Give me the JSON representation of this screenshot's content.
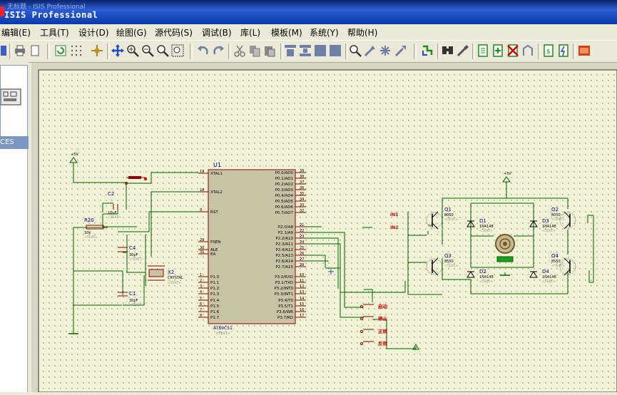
{
  "window": {
    "title": "ISIS Professional",
    "faint_title": "无标题 - ISIS Professional"
  },
  "menu": [
    "编辑(E)",
    "工具(T)",
    "设计(D)",
    "绘图(G)",
    "源代码(S)",
    "调试(B)",
    "库(L)",
    "模板(M)",
    "系统(Y)",
    "帮助(H)"
  ],
  "left_panel": {
    "devices_header": "CES"
  },
  "schematic": {
    "power_left": "+5V",
    "power_right": "+5V",
    "ic_ref": "U1",
    "ic_part": "AT89C51",
    "ic_text": "<TEXT>",
    "left_pins": [
      {
        "num": "19",
        "name": "XTAL1"
      },
      {
        "num": "18",
        "name": "XTAL2"
      },
      {
        "num": "9",
        "name": "RST"
      },
      {
        "num": "29",
        "name": "PSEN"
      },
      {
        "num": "30",
        "name": "ALE"
      },
      {
        "num": "31",
        "name": "EA"
      },
      {
        "num": "1",
        "name": "P1.0"
      },
      {
        "num": "2",
        "name": "P1.1"
      },
      {
        "num": "3",
        "name": "P1.2"
      },
      {
        "num": "4",
        "name": "P1.3"
      },
      {
        "num": "5",
        "name": "P1.4"
      },
      {
        "num": "6",
        "name": "P1.5"
      },
      {
        "num": "7",
        "name": "P1.6"
      },
      {
        "num": "8",
        "name": "P1.7"
      }
    ],
    "right_pins_p0": [
      {
        "num": "39",
        "name": "P0.0/AD0"
      },
      {
        "num": "38",
        "name": "P0.1/AD1"
      },
      {
        "num": "37",
        "name": "P0.2/AD2"
      },
      {
        "num": "36",
        "name": "P0.3/AD3"
      },
      {
        "num": "35",
        "name": "P0.4/AD4"
      },
      {
        "num": "34",
        "name": "P0.5/AD5"
      },
      {
        "num": "33",
        "name": "P0.6/AD6"
      },
      {
        "num": "32",
        "name": "P0.7/AD7"
      }
    ],
    "right_pins_p2": [
      {
        "num": "21",
        "name": "P2.0/A8"
      },
      {
        "num": "22",
        "name": "P2.1/A9"
      },
      {
        "num": "23",
        "name": "P2.2/A10"
      },
      {
        "num": "24",
        "name": "P2.3/A11"
      },
      {
        "num": "25",
        "name": "P2.4/A12"
      },
      {
        "num": "26",
        "name": "P2.5/A13"
      },
      {
        "num": "27",
        "name": "P2.6/A14"
      },
      {
        "num": "28",
        "name": "P2.7/A15"
      }
    ],
    "right_pins_p3": [
      {
        "num": "10",
        "name": "P3.0/RXD"
      },
      {
        "num": "11",
        "name": "P3.1/TXD"
      },
      {
        "num": "12",
        "name": "P3.2/INT0"
      },
      {
        "num": "13",
        "name": "P3.3/INT1"
      },
      {
        "num": "14",
        "name": "P3.4/T0"
      },
      {
        "num": "15",
        "name": "P3.5/T1"
      },
      {
        "num": "16",
        "name": "P3.6/WR"
      },
      {
        "num": "17",
        "name": "P3.7/RD"
      }
    ],
    "c2": {
      "ref": "C2",
      "value": "10uF",
      "text": "<TEXT>"
    },
    "r20": {
      "ref": "R20",
      "value": "10k",
      "text": "<TEXT>"
    },
    "c4": {
      "ref": "C4",
      "value": "30pF",
      "text": "<TEXT>"
    },
    "c1": {
      "ref": "C1",
      "value": "30pF",
      "text": "<TEXT>"
    },
    "x2": {
      "ref": "X2",
      "value": "CRYSTAL",
      "text": "<TEXT>"
    },
    "in1": "IN1",
    "in2": "IN2",
    "q1": {
      "ref": "Q1",
      "value": "8050",
      "text": "<TEXT>"
    },
    "q2": {
      "ref": "Q2",
      "value": "8050",
      "text": "<TEXT>"
    },
    "q3": {
      "ref": "Q3",
      "value": "8550",
      "text": "<TEXT>"
    },
    "q4": {
      "ref": "Q4",
      "value": "8550",
      "text": "<TEXT>"
    },
    "d1": {
      "ref": "D1",
      "value": "1N4148",
      "text": "<TEXT>"
    },
    "d2": {
      "ref": "D2",
      "value": "1N4148",
      "text": "<TEXT>"
    },
    "d3": {
      "ref": "D3",
      "value": "1N4148",
      "text": "<TEXT>"
    },
    "d4": {
      "ref": "D4",
      "value": "1N4148",
      "text": "<TEXT>"
    },
    "switches": [
      "启动",
      "停止",
      "正转",
      "反转"
    ]
  },
  "colors": {
    "wire": "#006400",
    "part": "#8b0000",
    "body": "#c9c3a6",
    "text": "#000080",
    "label": "#cc0000"
  }
}
